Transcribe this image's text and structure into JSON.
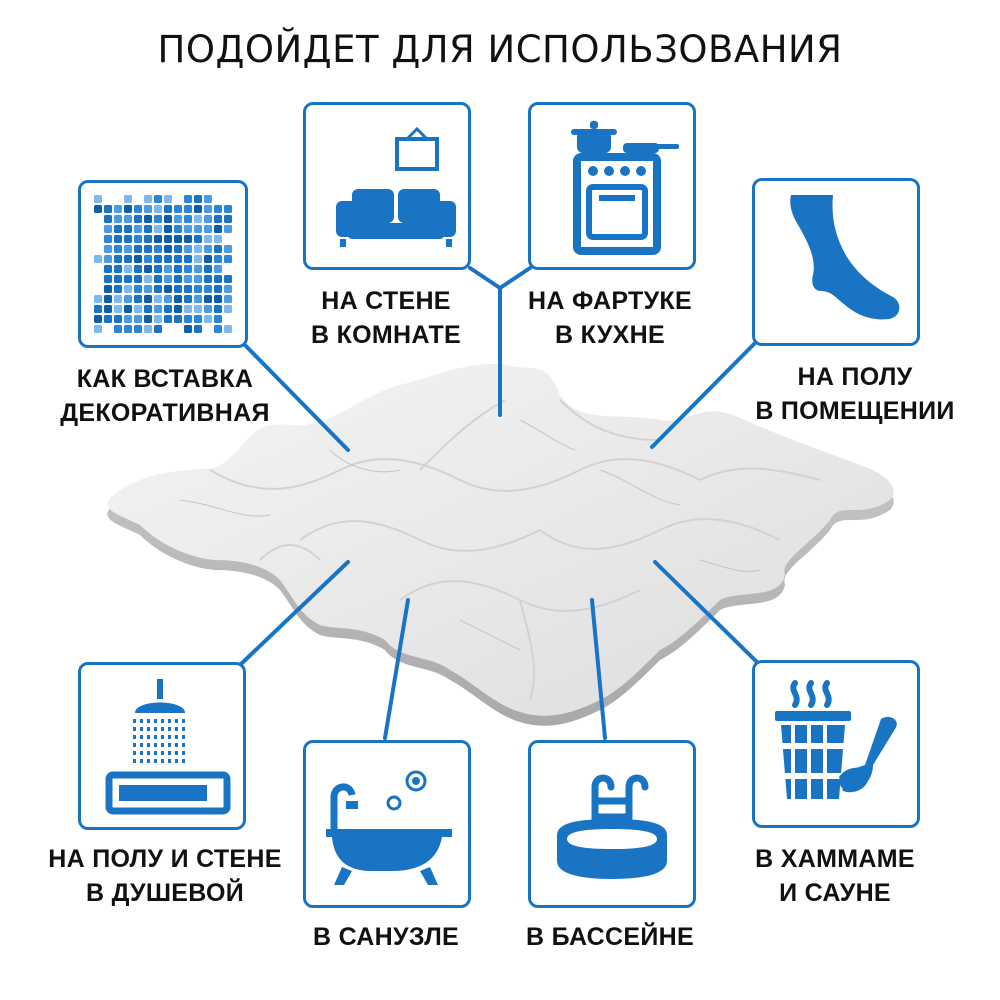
{
  "title": "ПОДОЙДЕТ ДЛЯ ИСПОЛЬЗОВАНИЯ",
  "accent_color": "#1a74c4",
  "usages": [
    {
      "id": "decor",
      "icon": "mosaic-icon",
      "lines": [
        "КАК ВСТАВКА",
        "ДЕКОРАТИВНАЯ"
      ]
    },
    {
      "id": "room-wall",
      "icon": "sofa-icon",
      "lines": [
        "НА СТЕНЕ",
        "В КОМНАТЕ"
      ]
    },
    {
      "id": "kitchen",
      "icon": "stove-icon",
      "lines": [
        "НА ФАРТУКЕ",
        "В КУХНЕ"
      ]
    },
    {
      "id": "floor",
      "icon": "foot-icon",
      "lines": [
        "НА ПОЛУ",
        "В ПОМЕЩЕНИИ"
      ]
    },
    {
      "id": "shower",
      "icon": "shower-icon",
      "lines": [
        "НА ПОЛУ И СТЕНЕ",
        "В ДУШЕВОЙ"
      ]
    },
    {
      "id": "bathroom",
      "icon": "bathtub-icon",
      "lines": [
        "В САНУЗЛЕ"
      ]
    },
    {
      "id": "pool",
      "icon": "pool-icon",
      "lines": [
        "В БАССЕЙНЕ"
      ]
    },
    {
      "id": "sauna",
      "icon": "sauna-icon",
      "lines": [
        "В ХАММАМЕ",
        "И САУНЕ"
      ]
    }
  ]
}
